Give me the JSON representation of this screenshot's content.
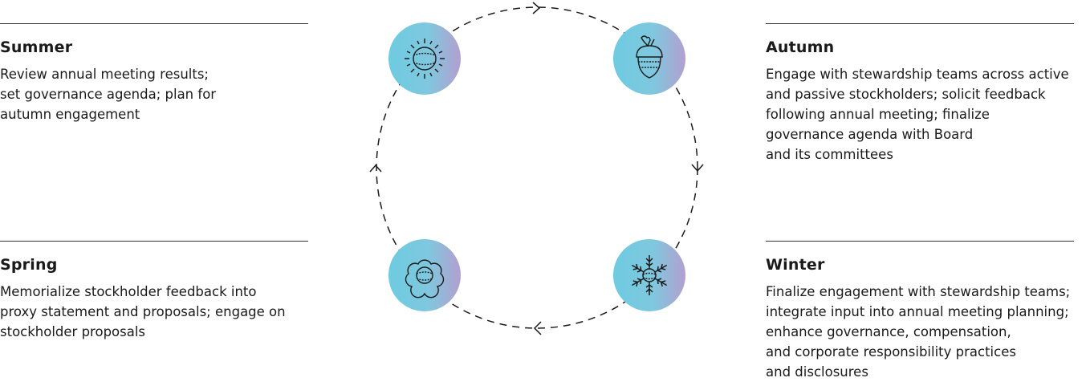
{
  "seasons": {
    "summer": {
      "title": "Summer",
      "body": "Review annual meeting results;\nset governance agenda; plan for\nautumn engagement",
      "icon": "sun-globe-icon"
    },
    "autumn": {
      "title": "Autumn",
      "body": "Engage with stewardship teams across active\nand passive stockholders; solicit feedback\nfollowing annual meeting; finalize\ngovernance agenda with Board\nand its committees",
      "icon": "acorn-icon"
    },
    "spring": {
      "title": "Spring",
      "body": "Memorialize stockholder feedback into\nproxy statement and proposals; engage on\nstockholder proposals",
      "icon": "flower-globe-icon"
    },
    "winter": {
      "title": "Winter",
      "body": "Finalize engagement with stewardship teams;\nintegrate input into annual meeting planning;\nenhance governance, compensation,\nand corporate responsibility practices\nand disclosures",
      "icon": "snowflake-globe-icon"
    }
  },
  "colors": {
    "gradient_start": "#6ecbe0",
    "gradient_mid": "#8cc2dc",
    "gradient_end": "#b39fd0",
    "line": "#1a1a1a"
  }
}
